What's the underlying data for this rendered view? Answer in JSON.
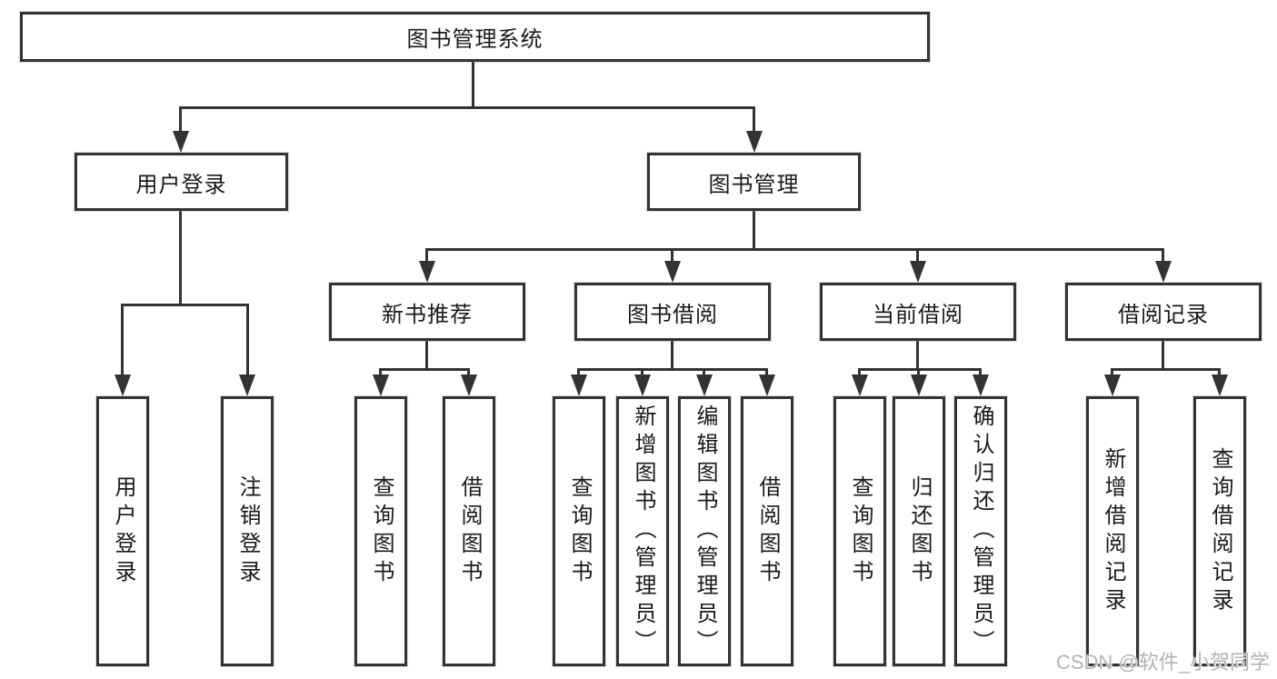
{
  "level1": {
    "root": "图书管理系统"
  },
  "level2": [
    "用户登录",
    "图书管理"
  ],
  "level3": [
    "新书推荐",
    "图书借阅",
    "当前借阅",
    "借阅记录"
  ],
  "leaves": {
    "user_login": [
      "用户登录",
      "注销登录"
    ],
    "new_book_recommend": [
      "查询图书",
      "借阅图书"
    ],
    "book_borrowing": [
      "查询图书",
      "新增图书（管理员）",
      "编辑图书（管理员）",
      "借阅图书"
    ],
    "current_borrowing": [
      "查询图书",
      "归还图书",
      "确认归还（管理员）"
    ],
    "borrowing_records": [
      "新增借阅记录",
      "查询借阅记录"
    ]
  },
  "watermark": "CSDN @软件_小贺同学",
  "colors": {
    "line": "#333333",
    "text": "#1a1a1a",
    "watermark": "#b3b3b3",
    "background": "#ffffff"
  }
}
